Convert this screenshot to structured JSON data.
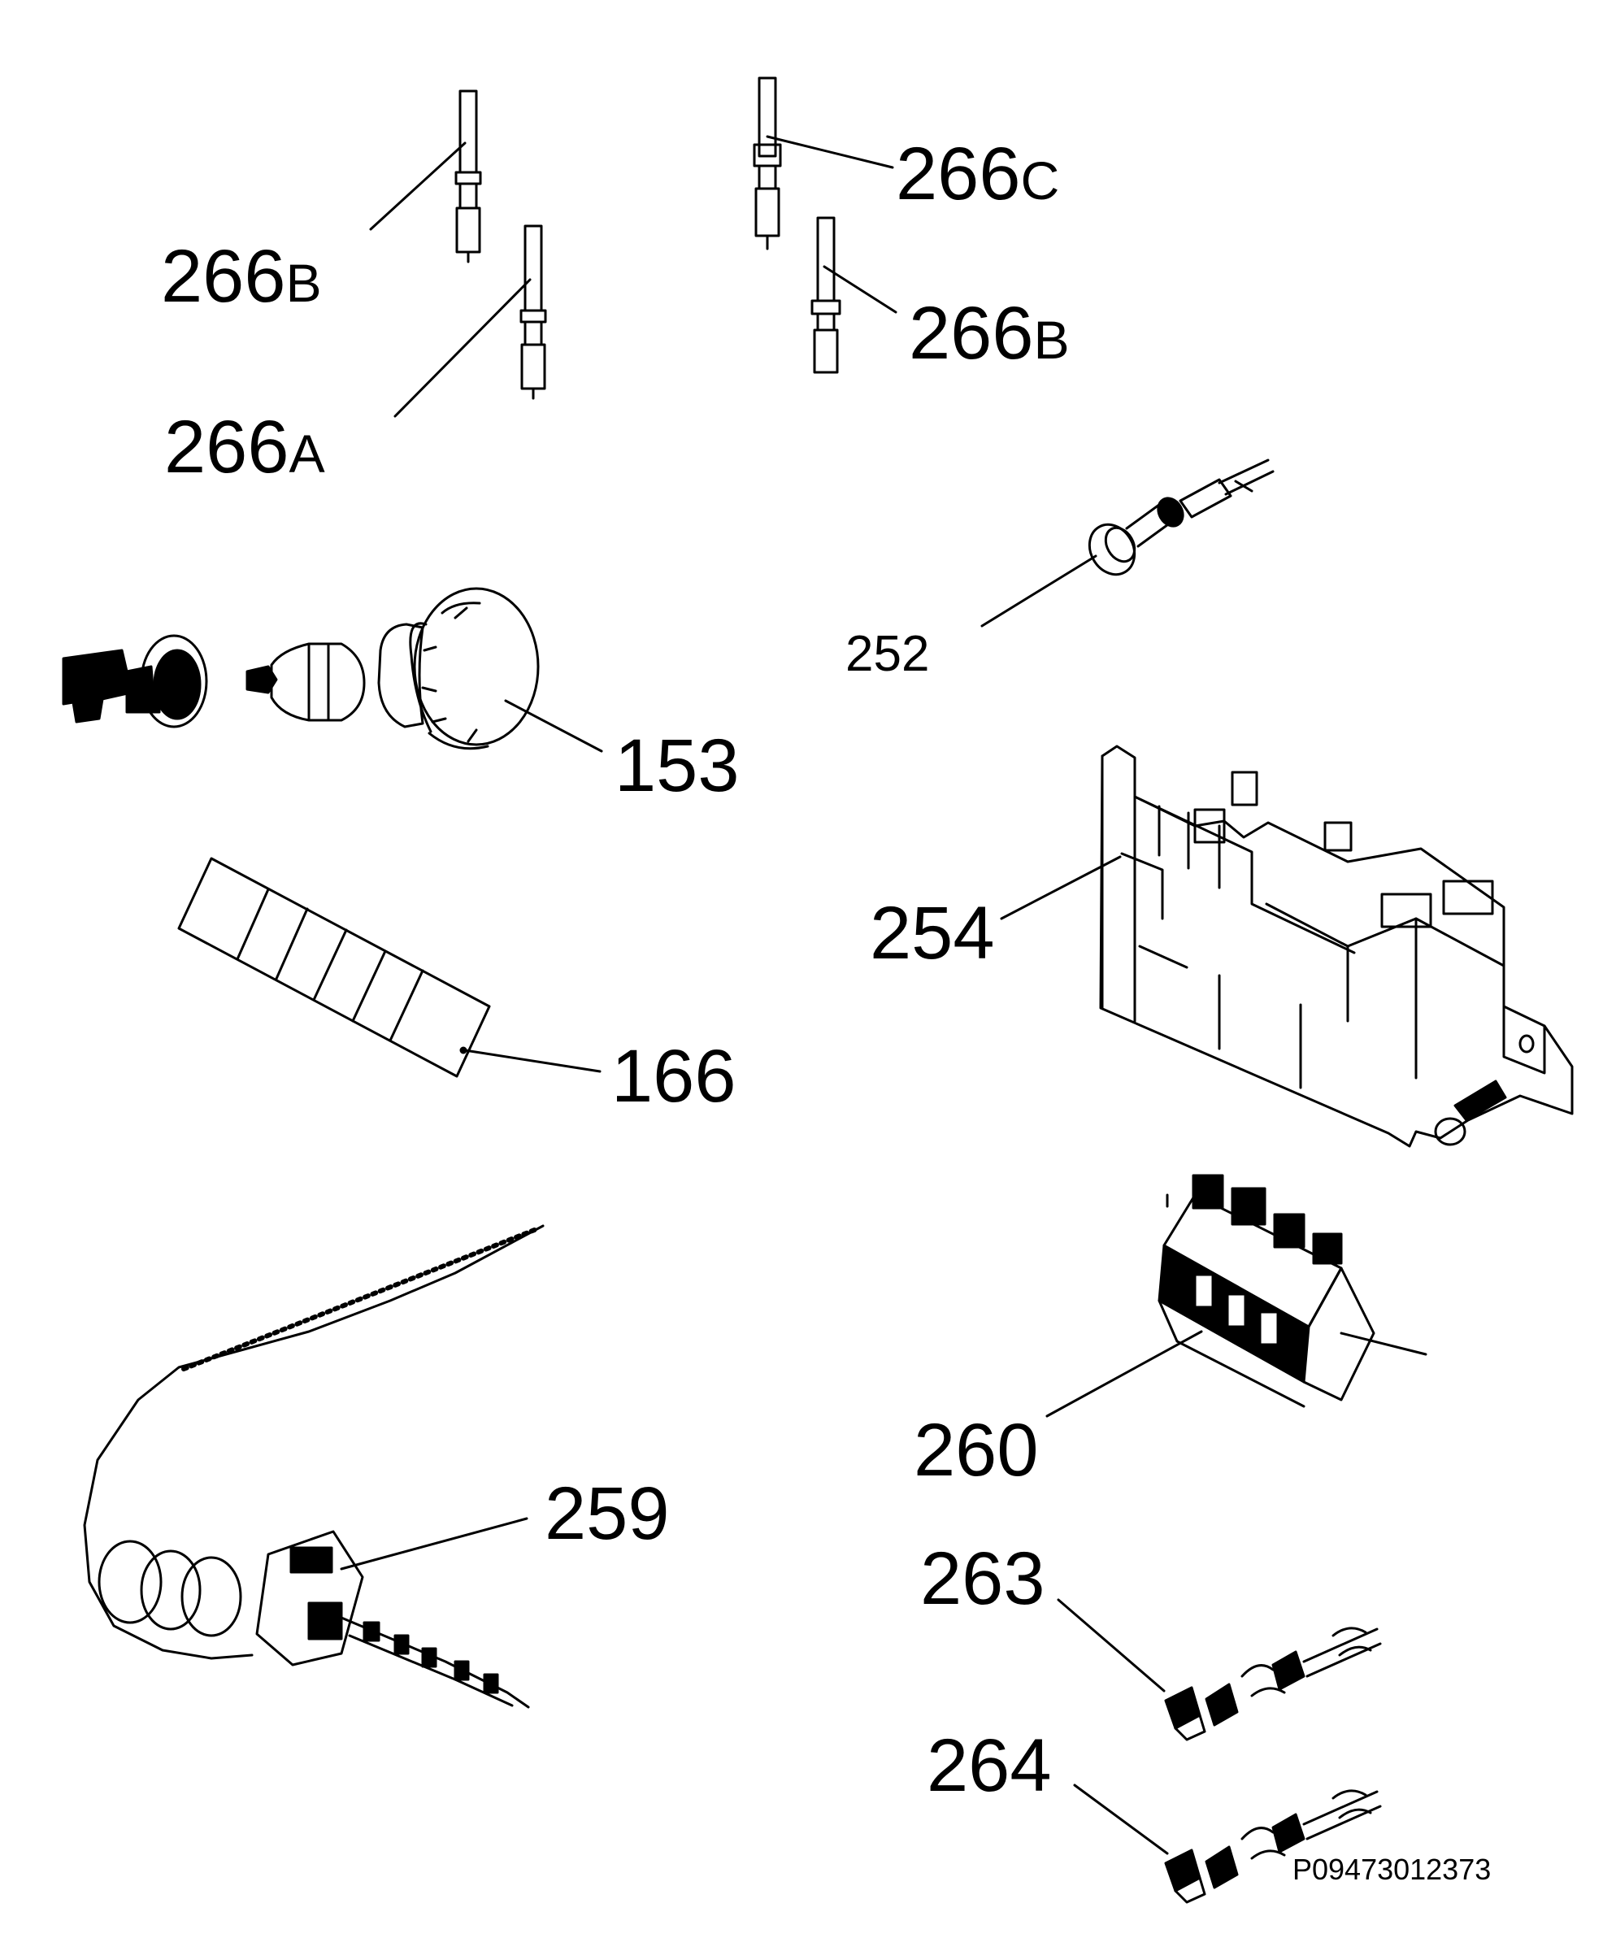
{
  "diagram": {
    "reference": "P09473012373",
    "labels": {
      "p266b_left": {
        "num": "266",
        "suffix": "B"
      },
      "p266a": {
        "num": "266",
        "suffix": "A"
      },
      "p266c": {
        "num": "266",
        "suffix": "C"
      },
      "p266b_right": {
        "num": "266",
        "suffix": "B"
      },
      "p252": "252",
      "p153": "153",
      "p254": "254",
      "p166": "166",
      "p260": "260",
      "p259": "259",
      "p263": "263",
      "p264": "264"
    }
  }
}
